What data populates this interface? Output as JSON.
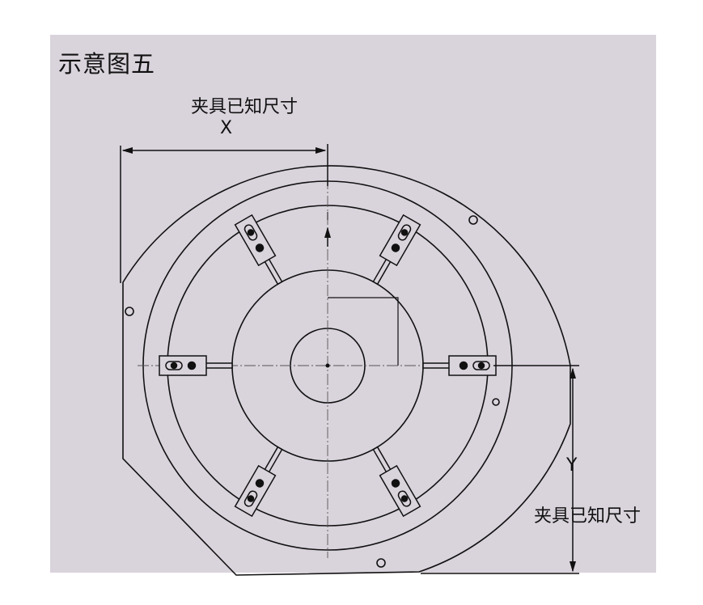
{
  "title": "示意图五",
  "dimension_x": {
    "label": "夹具已知尺寸",
    "letter": "X"
  },
  "dimension_y": {
    "label": "夹具已知尺寸",
    "letter": "Y"
  },
  "colors": {
    "background": "#d9d3dc",
    "line": "#111111"
  }
}
